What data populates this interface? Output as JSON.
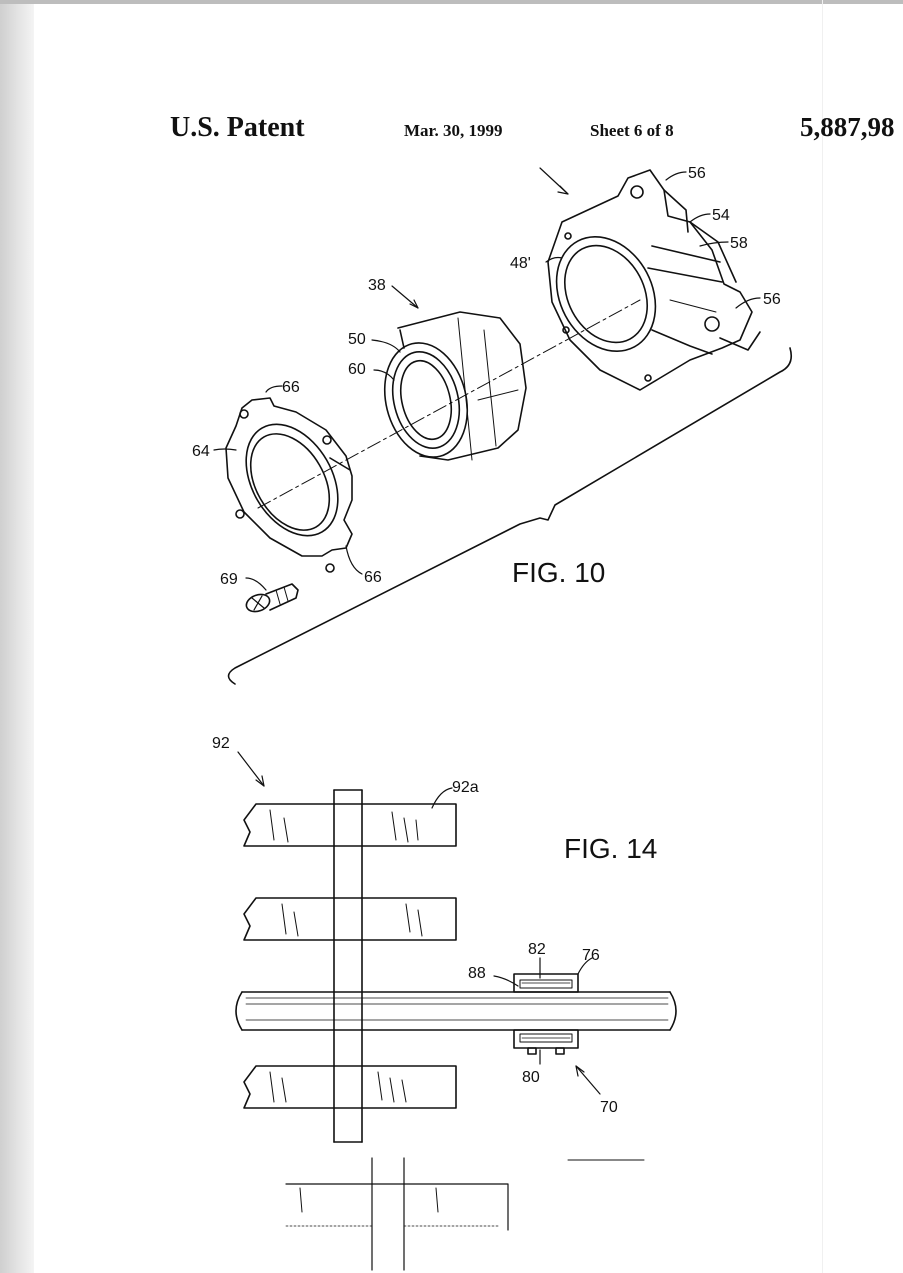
{
  "header": {
    "title": "U.S. Patent",
    "date": "Mar. 30, 1999",
    "sheet": "Sheet 6 of 8",
    "patent_number": "5,887,98"
  },
  "fig10": {
    "caption": "FIG. 10",
    "labels": {
      "l56a": "56",
      "l54": "54",
      "l58": "58",
      "l48p": "48'",
      "l56b": "56",
      "l38": "38",
      "l50": "50",
      "l60": "60",
      "l66a": "66",
      "l64": "64",
      "l66b": "66",
      "l69": "69"
    }
  },
  "fig14": {
    "caption": "FIG. 14",
    "labels": {
      "l92": "92",
      "l92a": "92a",
      "l82": "82",
      "l76": "76",
      "l88": "88",
      "l80": "80",
      "l70": "70"
    }
  }
}
